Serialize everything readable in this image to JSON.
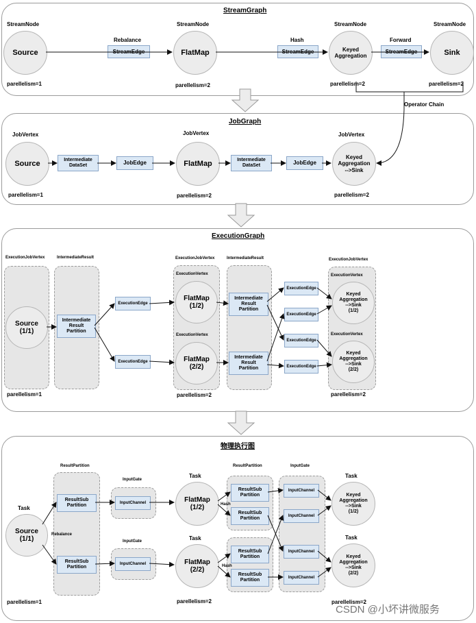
{
  "stream_graph": {
    "title": "StreamGraph",
    "node_type": "StreamNode",
    "nodes": [
      "Source",
      "FlatMap",
      "Keyed\nAggregation",
      "Sink"
    ],
    "edge_label": "StreamEdge",
    "partitioners": [
      "Rebalance",
      "Hash",
      "Forward"
    ],
    "parallelism": [
      "parellelism=1",
      "parellelism=2",
      "parellelism=2",
      "parellelism=2"
    ],
    "operator_chain": "Operator Chain"
  },
  "job_graph": {
    "title": "JobGraph",
    "vertex_type": "JobVertex",
    "nodes": [
      "Source",
      "FlatMap",
      "Keyed\nAggregation\n-->Sink"
    ],
    "dataset": "Intermediate\nDataSet",
    "edge": "JobEdge",
    "parallelism": [
      "parellelism=1",
      "parellelism=2",
      "parellelism=2"
    ]
  },
  "execution_graph": {
    "title": "ExecutionGraph",
    "job_vertex_label": "ExecutionJobVertex",
    "intermediate_result_label": "IntermediateResult",
    "execution_vertex_label": "ExecutionVertex",
    "execution_edge": "ExecutionEdge",
    "partition": "Intermediate\nResult\nPartition",
    "source": "Source\n(1/1)",
    "flatmaps": [
      "FlatMap\n(1/2)",
      "FlatMap\n(2/2)"
    ],
    "sinks": [
      "Keyed\nAggregation\n-->Sink\n(1/2)",
      "Keyed\nAggregation\n-->Sink\n(2/2)"
    ],
    "parallelism": [
      "parellelism=1",
      "parellelism=2",
      "parellelism=2"
    ]
  },
  "physical_graph": {
    "title": "物理执行图",
    "task_label": "Task",
    "result_partition_label": "ResultPartition",
    "input_gate_label": "InputGate",
    "result_sub_partition": "ResultSub\nPartition",
    "input_channel": "InputChannel",
    "rebalance": "Rebalance",
    "hash": "Hash",
    "source": "Source\n(1/1)",
    "flatmaps": [
      "FlatMap\n(1/2)",
      "FlatMap\n(2/2)"
    ],
    "sinks": [
      "Keyed\nAggregation\n-->Sink\n(1/2)",
      "Keyed\nAggregation\n-->Sink\n(2/2)"
    ],
    "parallelism": [
      "parellelism=1",
      "parellelism=2",
      "parellelism=2"
    ]
  },
  "watermark": "CSDN @小坏讲微服务"
}
